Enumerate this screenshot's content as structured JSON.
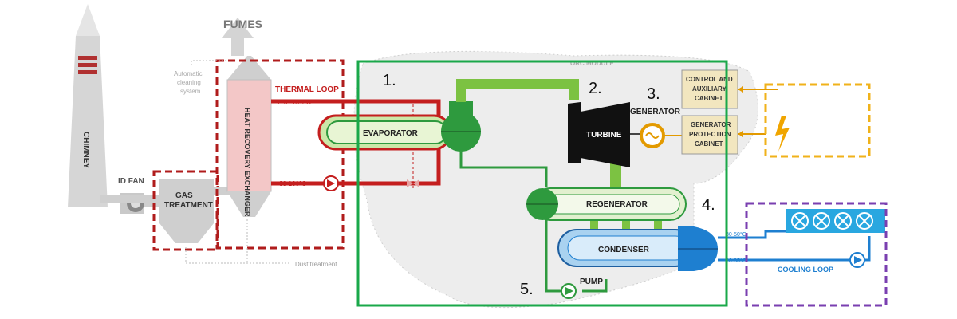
{
  "labels": {
    "fumes": "FUMES",
    "chimney": "CHIMNEY",
    "id_fan": "ID FAN",
    "gas_treatment": "GAS TREATMENT",
    "automatic_cleaning": "Automatic cleaning system",
    "heat_recovery": "HEAT RECOVERY EXCHANGER",
    "thermal_loop": "THERMAL LOOP",
    "temp_high": "170 - 310°C",
    "temp_low": "80-160°C",
    "orc_module": "ORC MODULE",
    "evaporator": "EVAPORATOR",
    "turbine": "TURBINE",
    "generator": "GENERATOR",
    "control_cabinet": "CONTROL AND AUXILIARY CABINET",
    "generator_protection": "GENERATOR PROTECTION CABINET",
    "regenerator": "REGENERATOR",
    "condenser": "CONDENSER",
    "pump": "PUMP",
    "cooling_temp_high": "30-50°C",
    "cooling_temp_low": "20-35°C",
    "cooling_loop": "COOLING LOOP",
    "dust_treatment": "Dust treatment"
  },
  "numbers": {
    "n1": "1.",
    "n2": "2.",
    "n3": "3.",
    "n4": "4.",
    "n5": "5."
  },
  "colors": {
    "thermal_red": "#c41e1e",
    "dashed_red": "#b01c1c",
    "orc_green": "#1aa84a",
    "working_fluid_green": "#2e9a3e",
    "light_green": "#7cc242",
    "cooling_blue": "#1e7fd0",
    "electric_orange": "#f0b21a",
    "cooling_purple": "#7a3fb0",
    "gray": "#bdbdbd"
  }
}
